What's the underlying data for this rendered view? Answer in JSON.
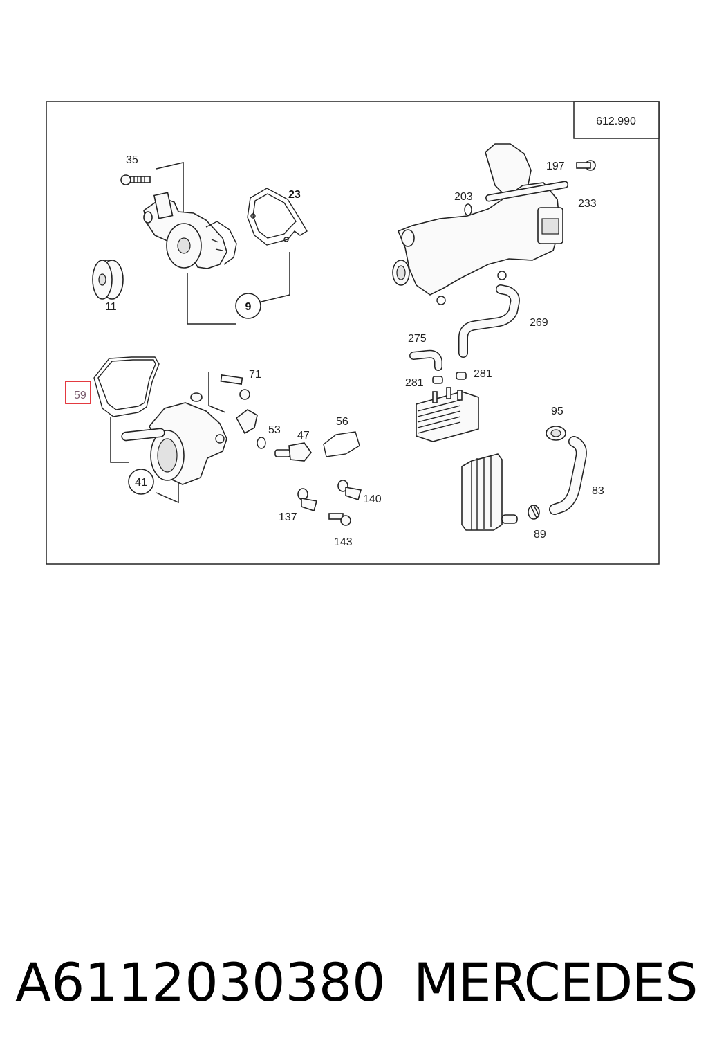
{
  "diagram": {
    "reference": "612.990",
    "highlight_color": "#e0242b",
    "callouts": [
      "35",
      "23",
      "9",
      "11",
      "203",
      "197",
      "233",
      "269",
      "275",
      "281",
      "281",
      "59",
      "71",
      "53",
      "47",
      "56",
      "140",
      "137",
      "143",
      "95",
      "83",
      "89",
      "41"
    ]
  },
  "footer": {
    "part_number": "A6112030380",
    "brand": "MERCEDES"
  }
}
